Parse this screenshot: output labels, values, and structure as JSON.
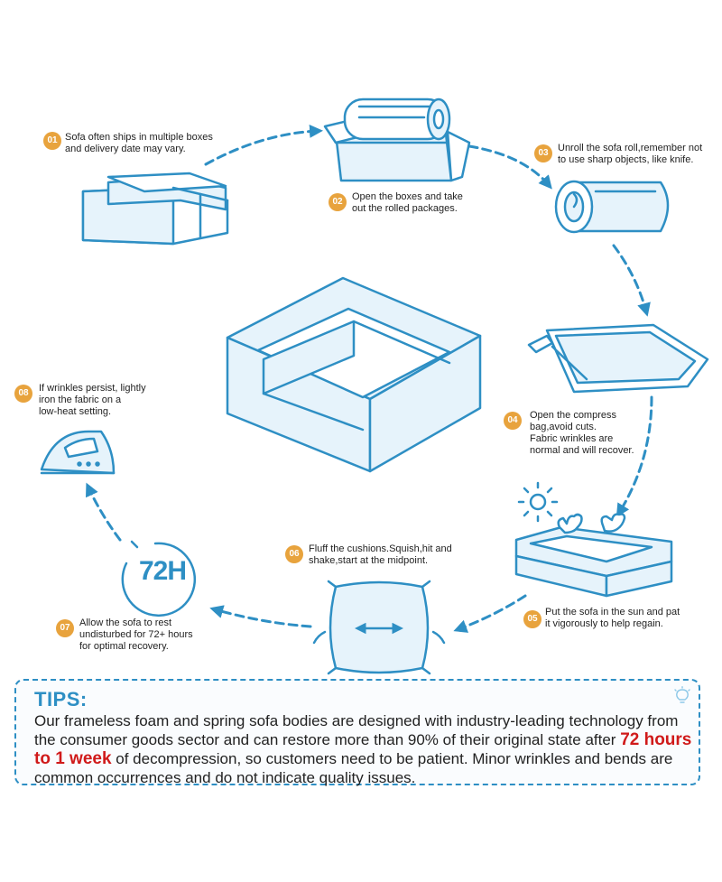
{
  "steps": [
    {
      "num": "01",
      "lines": [
        "Sofa often ships in multiple boxes",
        "and delivery date may vary."
      ]
    },
    {
      "num": "02",
      "lines": [
        "Open the boxes and take",
        "out the rolled packages."
      ]
    },
    {
      "num": "03",
      "lines": [
        "Unroll the sofa roll,remember not",
        "to use sharp objects, like knife."
      ]
    },
    {
      "num": "04",
      "lines": [
        "Open the compress",
        "bag,avoid cuts.",
        "Fabric wrinkles are",
        "normal and will recover."
      ]
    },
    {
      "num": "05",
      "lines": [
        "Put the sofa in the sun and pat",
        "it vigorously to help regain."
      ]
    },
    {
      "num": "06",
      "lines": [
        "Fluff the cushions.Squish,hit and",
        "shake,start at the midpoint."
      ]
    },
    {
      "num": "07",
      "lines": [
        "Allow the sofa to rest",
        "undisturbed for 72+ hours",
        "for optimal recovery."
      ]
    },
    {
      "num": "08",
      "lines": [
        "If wrinkles persist, lightly",
        "iron the fabric on a",
        "low-heat setting."
      ]
    }
  ],
  "timer_label": "72H",
  "tips": {
    "title": "TIPS:",
    "before": "Our frameless foam and spring sofa bodies are designed with industry-leading technology from the consumer goods sector and can restore more than 90% of their original state after ",
    "highlight": "72 hours to 1 week",
    "after": " of decompression, so customers need to be patient. Minor wrinkles and bends are common occurrences and do not indicate quality issues."
  },
  "icons": [
    "boxes-icon",
    "open-box-roll-icon",
    "sofa-roll-icon",
    "compress-bag-icon",
    "sun-icon",
    "sofa-in-sun-icon",
    "hand-icon",
    "pillow-icon",
    "timer-icon",
    "iron-icon",
    "lightbulb-icon"
  ],
  "colors": {
    "line": "#2e8fc4",
    "fill": "#e6f3fb",
    "badge": "#e8a33d",
    "highlight": "#d01a1a"
  }
}
